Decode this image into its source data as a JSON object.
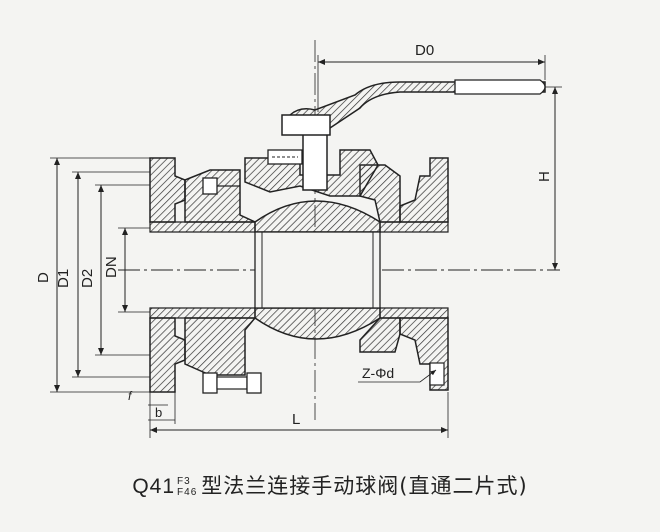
{
  "labels": {
    "D0": "D0",
    "H": "H",
    "D": "D",
    "D1": "D1",
    "D2": "D2",
    "DN": "DN",
    "f": "f",
    "b": "b",
    "L": "L",
    "Z": "Z-Φd"
  },
  "caption": {
    "model": "Q41",
    "sup": "F3",
    "sub": "F46",
    "text": "型法兰连接手动球阀(直通二片式)"
  },
  "colors": {
    "line": "#222222",
    "hatch": "#444444",
    "background": "#f4f4f2"
  }
}
